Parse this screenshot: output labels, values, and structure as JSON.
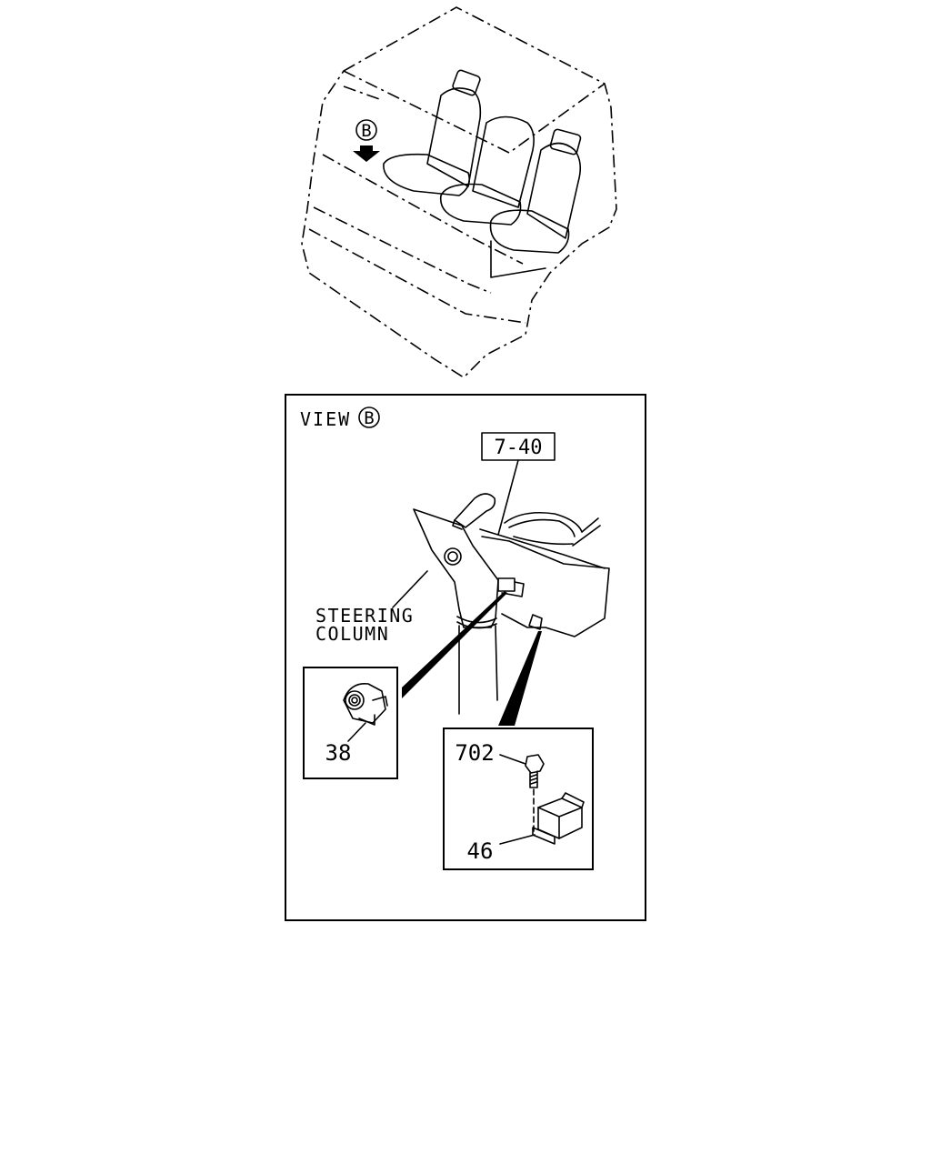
{
  "cab_view": {
    "view_marker": "B"
  },
  "detail_view": {
    "view_label": "VIEW",
    "view_marker": "B",
    "reference_label": "7-40",
    "steering_label_line1": "STEERING",
    "steering_label_line2": "COLUMN"
  },
  "callouts": {
    "sensor_part": "38",
    "bolt_part": "702",
    "relay_part": "46"
  }
}
